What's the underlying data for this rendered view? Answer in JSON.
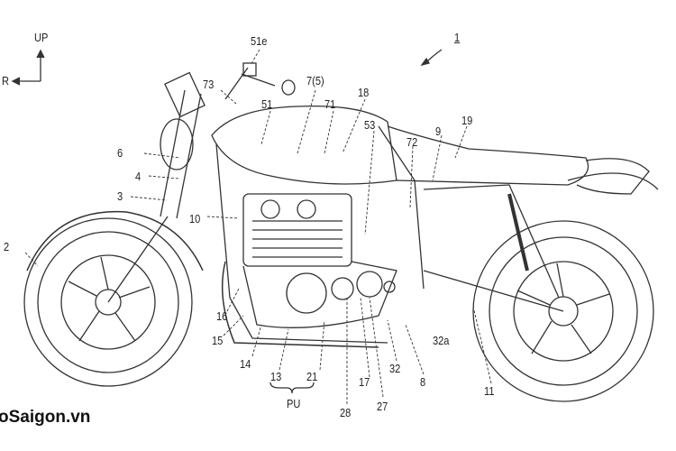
{
  "figure": {
    "direction_up": "UP",
    "direction_rear": "R",
    "reference_numeral": "1",
    "group_label": "PU",
    "labels": [
      "51e",
      "73",
      "7(5)",
      "18",
      "51",
      "71",
      "53",
      "72",
      "9",
      "19",
      "6",
      "4",
      "3",
      "10",
      "2",
      "16",
      "15",
      "14",
      "13",
      "21",
      "28",
      "27",
      "17",
      "32",
      "32a",
      "8",
      "11"
    ]
  },
  "watermark": "oSaigon.vn"
}
